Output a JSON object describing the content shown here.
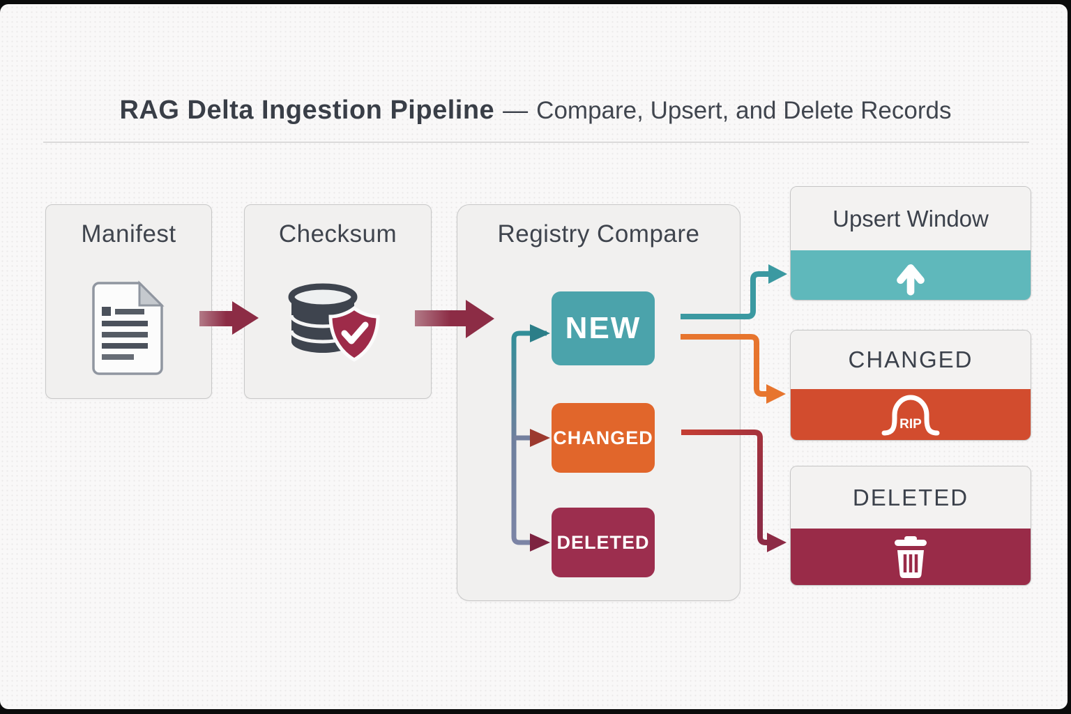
{
  "title": {
    "main": "RAG Delta Ingestion Pipeline",
    "dash": "—",
    "subtitle": "Compare, Upsert, and Delete Records"
  },
  "stages": {
    "manifest": {
      "label": "Manifest",
      "icon": "document-icon"
    },
    "checksum": {
      "label": "Checksum",
      "icon": "database-shield-check-icon"
    },
    "registry": {
      "label": "Registry Compare",
      "items": [
        {
          "label": "NEW",
          "color": "#4ba3ab"
        },
        {
          "label": "CHANGED",
          "color": "#e1662b"
        },
        {
          "label": "DELETED",
          "color": "#9c2e4e"
        }
      ]
    }
  },
  "targets": [
    {
      "label": "Upsert Window",
      "icon": "arrow-up-icon",
      "accent": "#5fb8bb"
    },
    {
      "label": "CHANGED",
      "icon": "tombstone-rip-icon",
      "icon_text": "RIP",
      "accent": "#d24c2e"
    },
    {
      "label": "DELETED",
      "icon": "trash-icon",
      "accent": "#992b48"
    }
  ],
  "colors": {
    "canvas": "#f9f8f8",
    "box_bg": "#f1f0ef",
    "box_border": "#c8c8c8",
    "heading_text": "#393e47",
    "arrow_maroon": "#8c2c45",
    "teal_connector": "#3b99a1",
    "orange_connector": "#e7752e",
    "crimson_connector": "#8d2b45",
    "slate_connector": "#7b83a1"
  }
}
